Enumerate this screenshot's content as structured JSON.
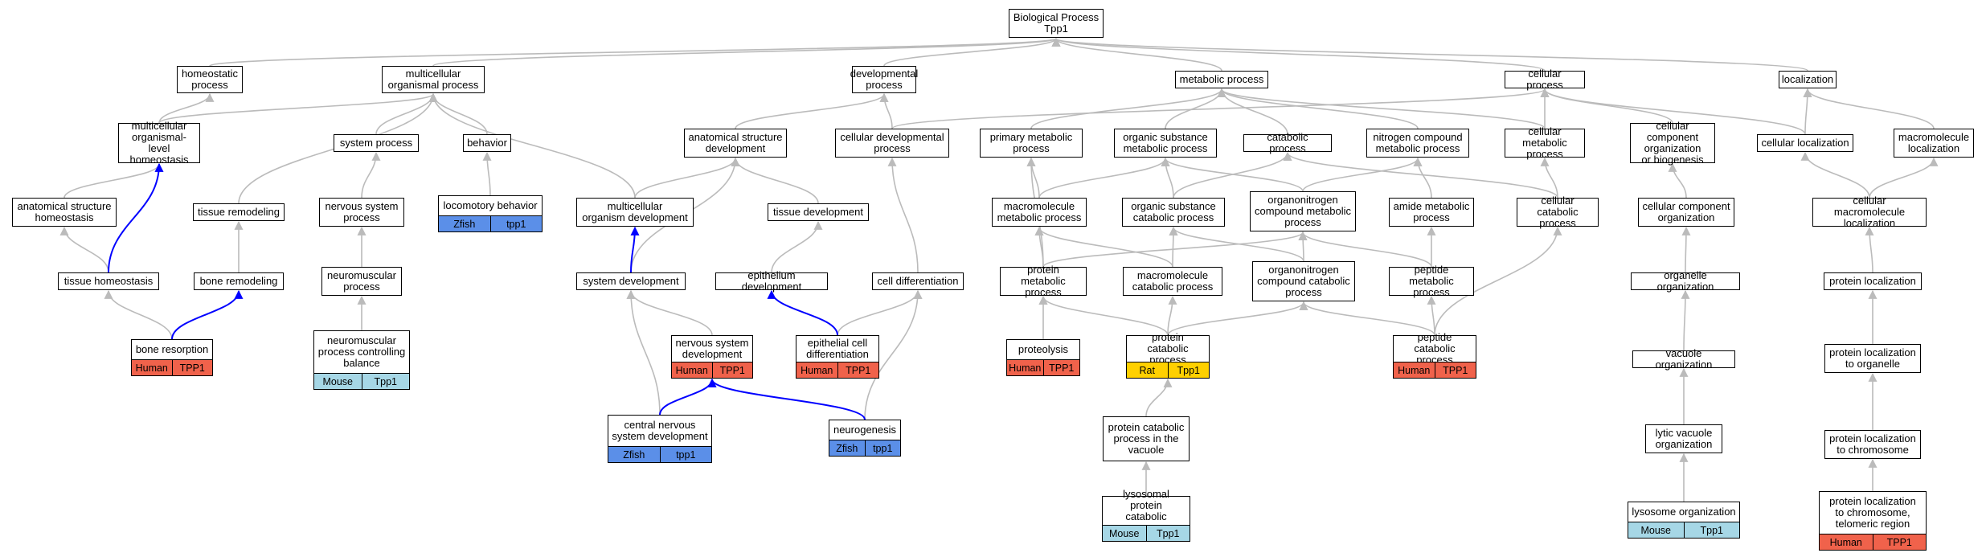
{
  "colors": {
    "edge_default": "#bbbbbb",
    "edge_highlight": "#0000ff",
    "Human": "#f0624b",
    "Mouse": "#a6d7e6",
    "Zfish": "#5b8fe8",
    "Rat": "#ffd000"
  },
  "nodes": [
    {
      "id": "bp",
      "label": "Biological Process\nTpp1"
    },
    {
      "id": "homeo",
      "label": "homeostatic\nprocess"
    },
    {
      "id": "multiorg",
      "label": "multicellular\norganismal process"
    },
    {
      "id": "devproc",
      "label": "developmental\nprocess"
    },
    {
      "id": "metab",
      "label": "metabolic process"
    },
    {
      "id": "cellproc",
      "label": "cellular process"
    },
    {
      "id": "local",
      "label": "localization"
    },
    {
      "id": "mlh",
      "label": "multicellular\norganismal-level\nhomeostasis"
    },
    {
      "id": "syspro",
      "label": "system process"
    },
    {
      "id": "behav",
      "label": "behavior"
    },
    {
      "id": "asd",
      "label": "anatomical structure\ndevelopment"
    },
    {
      "id": "celldev",
      "label": "cellular developmental\nprocess"
    },
    {
      "id": "primmet",
      "label": "primary metabolic\nprocess"
    },
    {
      "id": "orgsub",
      "label": "organic substance\nmetabolic process"
    },
    {
      "id": "catab",
      "label": "catabolic process"
    },
    {
      "id": "nitro",
      "label": "nitrogen compound\nmetabolic process"
    },
    {
      "id": "cellmet",
      "label": "cellular metabolic\nprocess"
    },
    {
      "id": "ccob",
      "label": "cellular component\norganization\nor biogenesis"
    },
    {
      "id": "cellloc",
      "label": "cellular localization"
    },
    {
      "id": "macloc",
      "label": "macromolecule\nlocalization"
    },
    {
      "id": "ash",
      "label": "anatomical structure\nhomeostasis"
    },
    {
      "id": "tisrem",
      "label": "tissue remodeling"
    },
    {
      "id": "nsp",
      "label": "nervous system\nprocess"
    },
    {
      "id": "loco",
      "label": "locomotory behavior",
      "ann": [
        "Zfish",
        "tpp1"
      ]
    },
    {
      "id": "mod",
      "label": "multicellular\norganism development"
    },
    {
      "id": "tisdev",
      "label": "tissue development"
    },
    {
      "id": "macmet",
      "label": "macromolecule\nmetabolic process"
    },
    {
      "id": "oscp",
      "label": "organic substance\ncatabolic process"
    },
    {
      "id": "oncmp",
      "label": "organonitrogen\ncompound metabolic\nprocess"
    },
    {
      "id": "amide",
      "label": "amide metabolic\nprocess"
    },
    {
      "id": "cellcat",
      "label": "cellular catabolic\nprocess"
    },
    {
      "id": "cco",
      "label": "cellular component\norganization"
    },
    {
      "id": "cml",
      "label": "cellular macromolecule\nlocalization"
    },
    {
      "id": "tishom",
      "label": "tissue homeostasis"
    },
    {
      "id": "bonerem",
      "label": "bone remodeling"
    },
    {
      "id": "nmp",
      "label": "neuromuscular\nprocess"
    },
    {
      "id": "sysdev",
      "label": "system development"
    },
    {
      "id": "epidev",
      "label": "epithelium development"
    },
    {
      "id": "celldiff",
      "label": "cell differentiation"
    },
    {
      "id": "protmet",
      "label": "protein metabolic\nprocess"
    },
    {
      "id": "maccat",
      "label": "macromolecule\ncatabolic process"
    },
    {
      "id": "onccp",
      "label": "organonitrogen\ncompound catabolic\nprocess"
    },
    {
      "id": "pepmet",
      "label": "peptide metabolic\nprocess"
    },
    {
      "id": "orgorg",
      "label": "organelle organization"
    },
    {
      "id": "protloc",
      "label": "protein localization"
    },
    {
      "id": "boneres",
      "label": "bone resorption",
      "ann": [
        "Human",
        "TPP1"
      ]
    },
    {
      "id": "nmpcb",
      "label": "neuromuscular\nprocess controlling\nbalance",
      "ann": [
        "Mouse",
        "Tpp1"
      ]
    },
    {
      "id": "nsd",
      "label": "nervous system\ndevelopment",
      "ann": [
        "Human",
        "TPP1"
      ]
    },
    {
      "id": "epidiff",
      "label": "epithelial cell\ndifferentiation",
      "ann": [
        "Human",
        "TPP1"
      ]
    },
    {
      "id": "proteo",
      "label": "proteolysis",
      "ann": [
        "Human",
        "TPP1"
      ]
    },
    {
      "id": "pcp",
      "label": "protein catabolic\nprocess",
      "ann": [
        "Rat",
        "Tpp1"
      ]
    },
    {
      "id": "pepcat",
      "label": "peptide catabolic\nprocess",
      "ann": [
        "Human",
        "TPP1"
      ]
    },
    {
      "id": "vacorg",
      "label": "vacuole organization"
    },
    {
      "id": "ploco",
      "label": "protein localization\nto organelle"
    },
    {
      "id": "cnsd",
      "label": "central nervous\nsystem development",
      "ann": [
        "Zfish",
        "tpp1"
      ]
    },
    {
      "id": "neuro",
      "label": "neurogenesis",
      "ann": [
        "Zfish",
        "tpp1"
      ]
    },
    {
      "id": "pcpv",
      "label": "protein catabolic\nprocess in the\nvacuole"
    },
    {
      "id": "lvo",
      "label": "lytic vacuole\norganization"
    },
    {
      "id": "plc",
      "label": "protein localization\nto chromosome"
    },
    {
      "id": "lpcp",
      "label": "lysosomal protein\ncatabolic process",
      "ann": [
        "Mouse",
        "Tpp1"
      ]
    },
    {
      "id": "lysorg",
      "label": "lysosome organization",
      "ann": [
        "Mouse",
        "Tpp1"
      ]
    },
    {
      "id": "pltr",
      "label": "protein localization\nto chromosome,\ntelomeric region",
      "ann": [
        "Human",
        "TPP1"
      ]
    }
  ],
  "edges": [
    [
      "homeo",
      "bp"
    ],
    [
      "multiorg",
      "bp"
    ],
    [
      "devproc",
      "bp"
    ],
    [
      "metab",
      "bp"
    ],
    [
      "cellproc",
      "bp"
    ],
    [
      "local",
      "bp"
    ],
    [
      "mlh",
      "homeo"
    ],
    [
      "mlh",
      "multiorg"
    ],
    [
      "syspro",
      "multiorg"
    ],
    [
      "behav",
      "multiorg"
    ],
    [
      "tisrem",
      "multiorg"
    ],
    [
      "mod",
      "multiorg"
    ],
    [
      "asd",
      "devproc"
    ],
    [
      "celldev",
      "devproc"
    ],
    [
      "celldev",
      "cellproc"
    ],
    [
      "primmet",
      "metab"
    ],
    [
      "orgsub",
      "metab"
    ],
    [
      "catab",
      "metab"
    ],
    [
      "nitro",
      "metab"
    ],
    [
      "cellmet",
      "metab"
    ],
    [
      "cellmet",
      "cellproc"
    ],
    [
      "ccob",
      "cellproc"
    ],
    [
      "cellloc",
      "cellproc"
    ],
    [
      "cellloc",
      "local"
    ],
    [
      "macloc",
      "local"
    ],
    [
      "ash",
      "mlh"
    ],
    [
      "tishom",
      "ash"
    ],
    [
      "bonerem",
      "tisrem"
    ],
    [
      "nsp",
      "syspro"
    ],
    [
      "nmp",
      "nsp"
    ],
    [
      "nmpcb",
      "nmp"
    ],
    [
      "loco",
      "behav"
    ],
    [
      "mod",
      "asd"
    ],
    [
      "sysdev",
      "asd"
    ],
    [
      "tisdev",
      "asd"
    ],
    [
      "epidev",
      "tisdev"
    ],
    [
      "celldiff",
      "celldev"
    ],
    [
      "macmet",
      "primmet"
    ],
    [
      "protmet",
      "primmet"
    ],
    [
      "macmet",
      "orgsub"
    ],
    [
      "oscp",
      "orgsub"
    ],
    [
      "oncmp",
      "orgsub"
    ],
    [
      "oscp",
      "catab"
    ],
    [
      "cellcat",
      "catab"
    ],
    [
      "oncmp",
      "nitro"
    ],
    [
      "amide",
      "nitro"
    ],
    [
      "cellcat",
      "cellmet"
    ],
    [
      "cco",
      "ccob"
    ],
    [
      "orgorg",
      "cco"
    ],
    [
      "vacorg",
      "orgorg"
    ],
    [
      "lvo",
      "vacorg"
    ],
    [
      "lysorg",
      "lvo"
    ],
    [
      "cml",
      "cellloc"
    ],
    [
      "cml",
      "macloc"
    ],
    [
      "protloc",
      "cml"
    ],
    [
      "ploco",
      "protloc"
    ],
    [
      "plc",
      "ploco"
    ],
    [
      "pltr",
      "plc"
    ],
    [
      "protmet",
      "macmet"
    ],
    [
      "maccat",
      "macmet"
    ],
    [
      "maccat",
      "oscp"
    ],
    [
      "onccp",
      "oscp"
    ],
    [
      "protmet",
      "oncmp"
    ],
    [
      "onccp",
      "oncmp"
    ],
    [
      "pepmet",
      "oncmp"
    ],
    [
      "pepmet",
      "amide"
    ],
    [
      "boneres",
      "tishom"
    ],
    [
      "nsd",
      "sysdev"
    ],
    [
      "cnsd",
      "sysdev"
    ],
    [
      "proteo",
      "protmet"
    ],
    [
      "pcp",
      "protmet"
    ],
    [
      "pcp",
      "maccat"
    ],
    [
      "pcp",
      "onccp"
    ],
    [
      "pepcat",
      "onccp"
    ],
    [
      "pepcat",
      "pepmet"
    ],
    [
      "pepcat",
      "cellcat"
    ],
    [
      "epidiff",
      "celldiff"
    ],
    [
      "neuro",
      "celldiff"
    ],
    [
      "pcpv",
      "pcp"
    ],
    [
      "lpcp",
      "pcpv"
    ]
  ],
  "highlight_edges": [
    [
      "tishom",
      "mlh"
    ],
    [
      "boneres",
      "bonerem"
    ],
    [
      "sysdev",
      "mod"
    ],
    [
      "epidiff",
      "epidev"
    ],
    [
      "cnsd",
      "nsd"
    ],
    [
      "neuro",
      "nsd"
    ]
  ]
}
